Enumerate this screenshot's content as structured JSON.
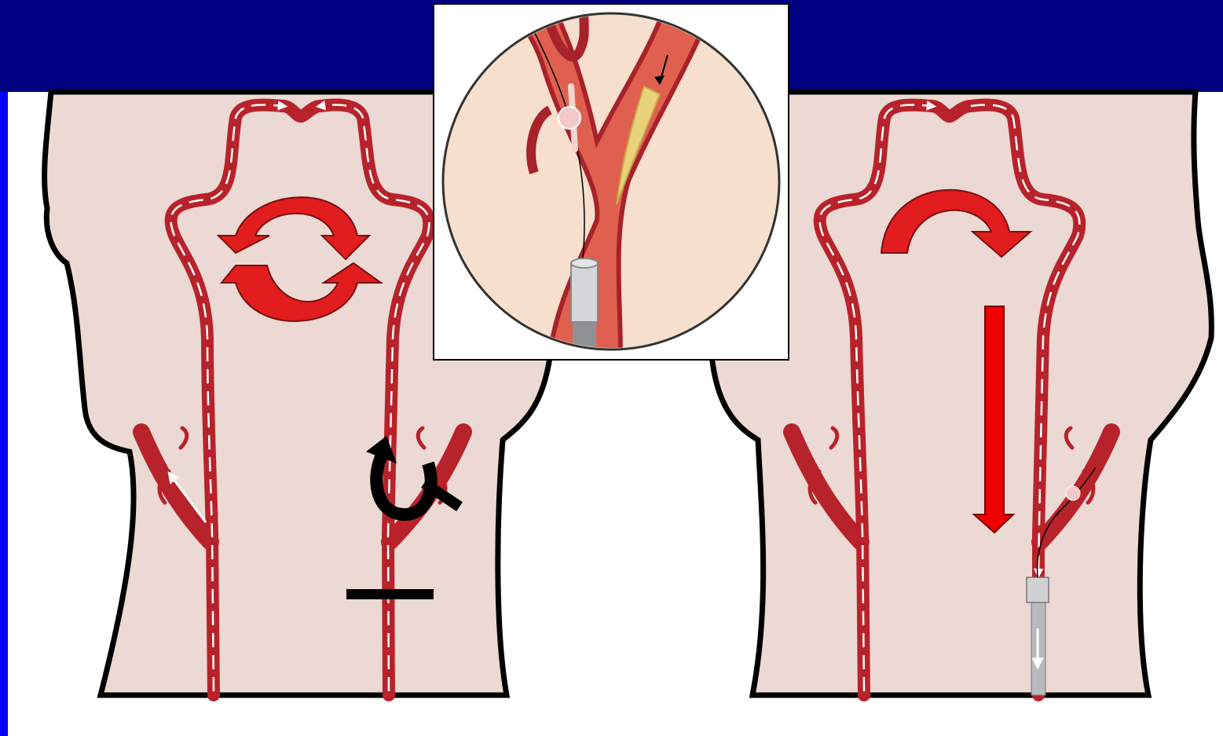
{
  "slide": {
    "header_color": "#000080",
    "frame_color": "#0000ff",
    "background_color": "#ffffff"
  },
  "colors": {
    "skin": "#ecd9d3",
    "artery": "#b8232b",
    "arrow_red": "#e21d1d",
    "flow_arrow": "#ffffff",
    "outline": "#000000",
    "catheter": "#b8babd"
  },
  "panels": [
    {
      "id": "left",
      "icon": "circular-flow-arrows-icon",
      "markers": [
        "flow-reversal-arrow-icon",
        "occlusion-bar"
      ]
    },
    {
      "id": "right",
      "icon": "curved-arrow-icon",
      "markers": [
        "down-arrow-icon",
        "catheter-sheath"
      ]
    }
  ],
  "inset": {
    "icon": "magnified-bifurcation-view",
    "elements": [
      "plaque",
      "balloon",
      "guidewire",
      "sheath"
    ]
  }
}
